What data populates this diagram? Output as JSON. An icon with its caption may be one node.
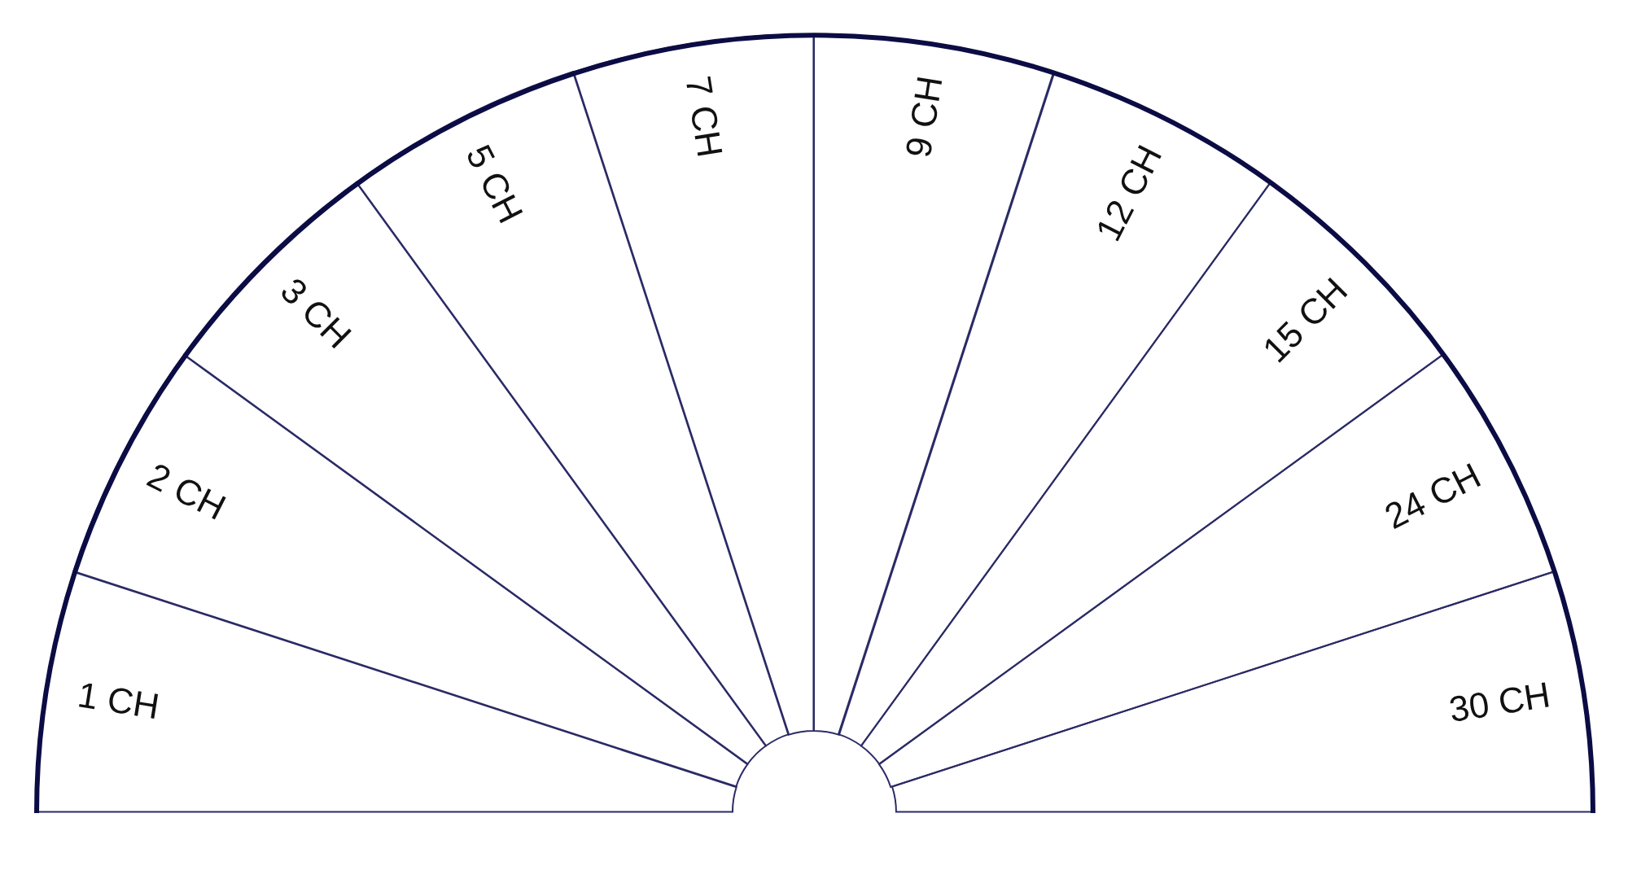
{
  "diagram": {
    "nodes": [
      {
        "text": [
          "1 CH"
        ]
      },
      {
        "text": [
          "2 CH"
        ]
      },
      {
        "text": [
          "3 CH"
        ]
      },
      {
        "text": [
          "5 CH"
        ]
      },
      {
        "text": [
          "7 CH"
        ]
      },
      {
        "text": [
          "9 CH"
        ]
      },
      {
        "text": [
          "12 CH"
        ]
      },
      {
        "text": [
          "15 CH"
        ]
      },
      {
        "text": [
          "24 CH"
        ]
      },
      {
        "text": [
          "30 CH"
        ]
      }
    ]
  }
}
